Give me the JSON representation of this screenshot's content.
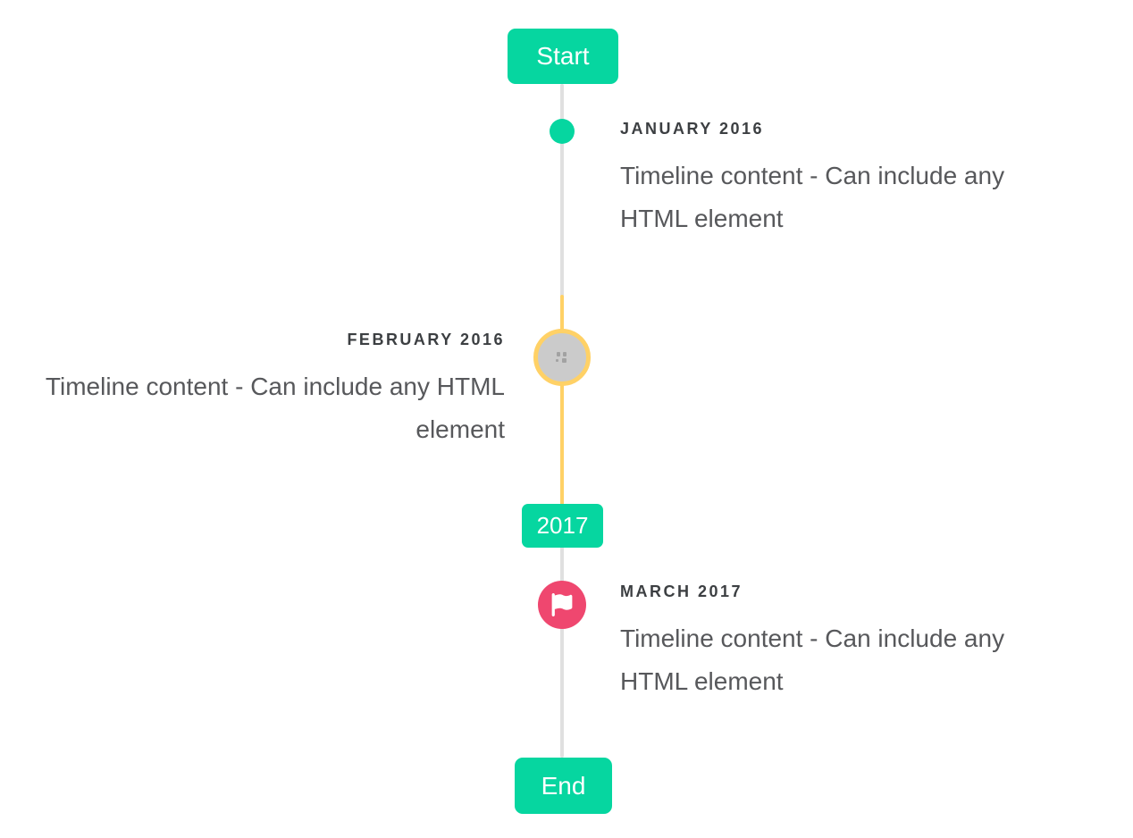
{
  "colors": {
    "teal": "#06D6A0",
    "yellow": "#FFD166",
    "red": "#EF476F",
    "line": "#E0E0E0",
    "marker_fill": "#CBCBCB",
    "heading_text": "#3C3F42",
    "body_text": "#57585B"
  },
  "timeline": {
    "start_label": "Start",
    "end_label": "End",
    "period_label": "2017",
    "entries": [
      {
        "title": "JANUARY 2016",
        "content": "Timeline content - Can include any HTML element",
        "side": "right",
        "marker": "teal-dot"
      },
      {
        "title": "FEBRUARY 2016",
        "content": "Timeline content - Can include any HTML element",
        "side": "left",
        "marker": "image-placeholder-circle-yellow-ring"
      },
      {
        "title": "MARCH 2017",
        "content": "Timeline content - Can include any HTML element",
        "side": "right",
        "marker": "flag-circle-red"
      }
    ]
  }
}
